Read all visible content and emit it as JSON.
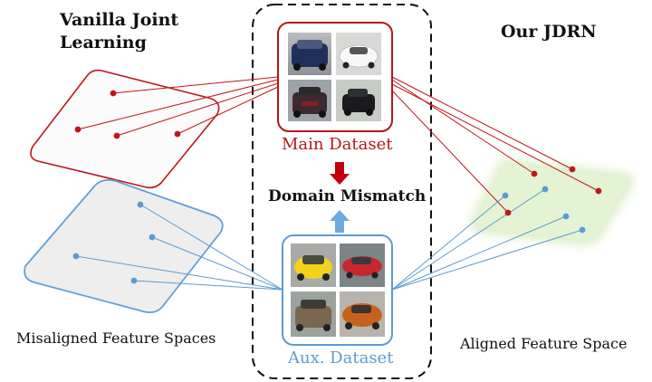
{
  "titles": {
    "left": [
      "Vanilla Joint",
      "Learning"
    ],
    "right": "Our JDRN"
  },
  "datasets": {
    "main": {
      "label": "Main Dataset",
      "color": "#b5161b"
    },
    "aux": {
      "label": "Aux. Dataset",
      "color": "#5b9bd5"
    }
  },
  "center_label": "Domain Mismatch",
  "captions": {
    "left": "Misaligned Feature Spaces",
    "right": "Aligned Feature Space"
  },
  "colors": {
    "main_red": "#c0161b",
    "aux_blue": "#5b9bd5",
    "aligned_fill": "#e6f4d6",
    "misaligned_fill": "#eeeeee",
    "arrow_red": "#c0000a",
    "arrow_blue": "#6fa8dc"
  }
}
